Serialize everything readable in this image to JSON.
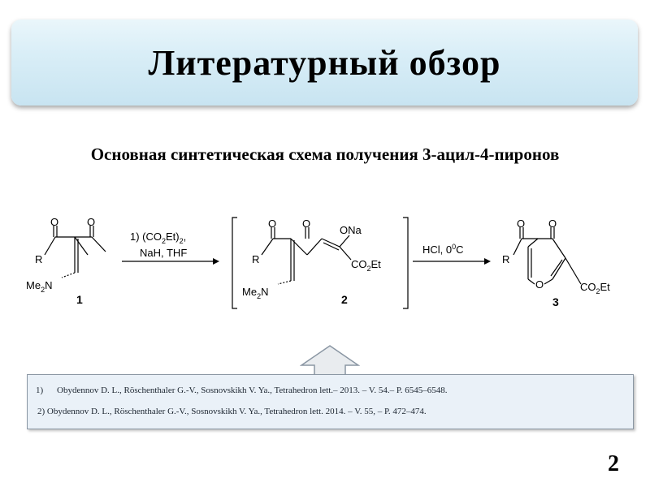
{
  "slide": {
    "title": "Литературный обзор",
    "subtitle": "Основная синтетическая схема получения 3-ацил-4-пиронов",
    "page_number": "2"
  },
  "scheme": {
    "step1_reagents_line1": "1) (CO",
    "step1_reagents_line1_sub": "2",
    "step1_reagents_line1_end": "Et)",
    "step1_reagents_line1_sub2": "2",
    "step1_reagents_line1_tail": ",",
    "step1_reagents_line2": "NaH, THF",
    "step2_reagents": "HCl, 0",
    "step2_reagents_sup": "0",
    "step2_reagents_end": "C",
    "compound1": {
      "label": "1",
      "o_left": "O",
      "o_right": "O",
      "r": "R",
      "nme2": "Me",
      "nme2_sub": "2",
      "nme2_n": "N"
    },
    "compound2": {
      "label": "2",
      "o_left": "O",
      "o_mid": "O",
      "ona": "ONa",
      "r": "R",
      "co2et": "CO",
      "co2et_sub": "2",
      "co2et_end": "Et",
      "nme2": "Me",
      "nme2_sub": "2",
      "nme2_n": "N"
    },
    "compound3": {
      "label": "3",
      "o_left": "O",
      "o_right": "O",
      "ring_o": "O",
      "r": "R",
      "co2et": "CO",
      "co2et_sub": "2",
      "co2et_end": "Et"
    }
  },
  "references": {
    "ref1_num": "1)",
    "ref1_text": "Obydennov D. L., Röschenthaler G.-V., Sosnovskikh V. Ya., Tetrahedron lett.– 2013. – V. 54.– P. 6545–6548.",
    "ref2_text": "2) Obydennov D. L., Röschenthaler G.-V., Sosnovskikh V. Ya., Tetrahedron lett.  2014. – V. 55, – P. 472–474."
  },
  "colors": {
    "title_bg": "#d9eef7",
    "refs_bg": "#eaf1f8",
    "arrow_fill": "#e9ecef",
    "arrow_stroke": "#8a96a3"
  }
}
